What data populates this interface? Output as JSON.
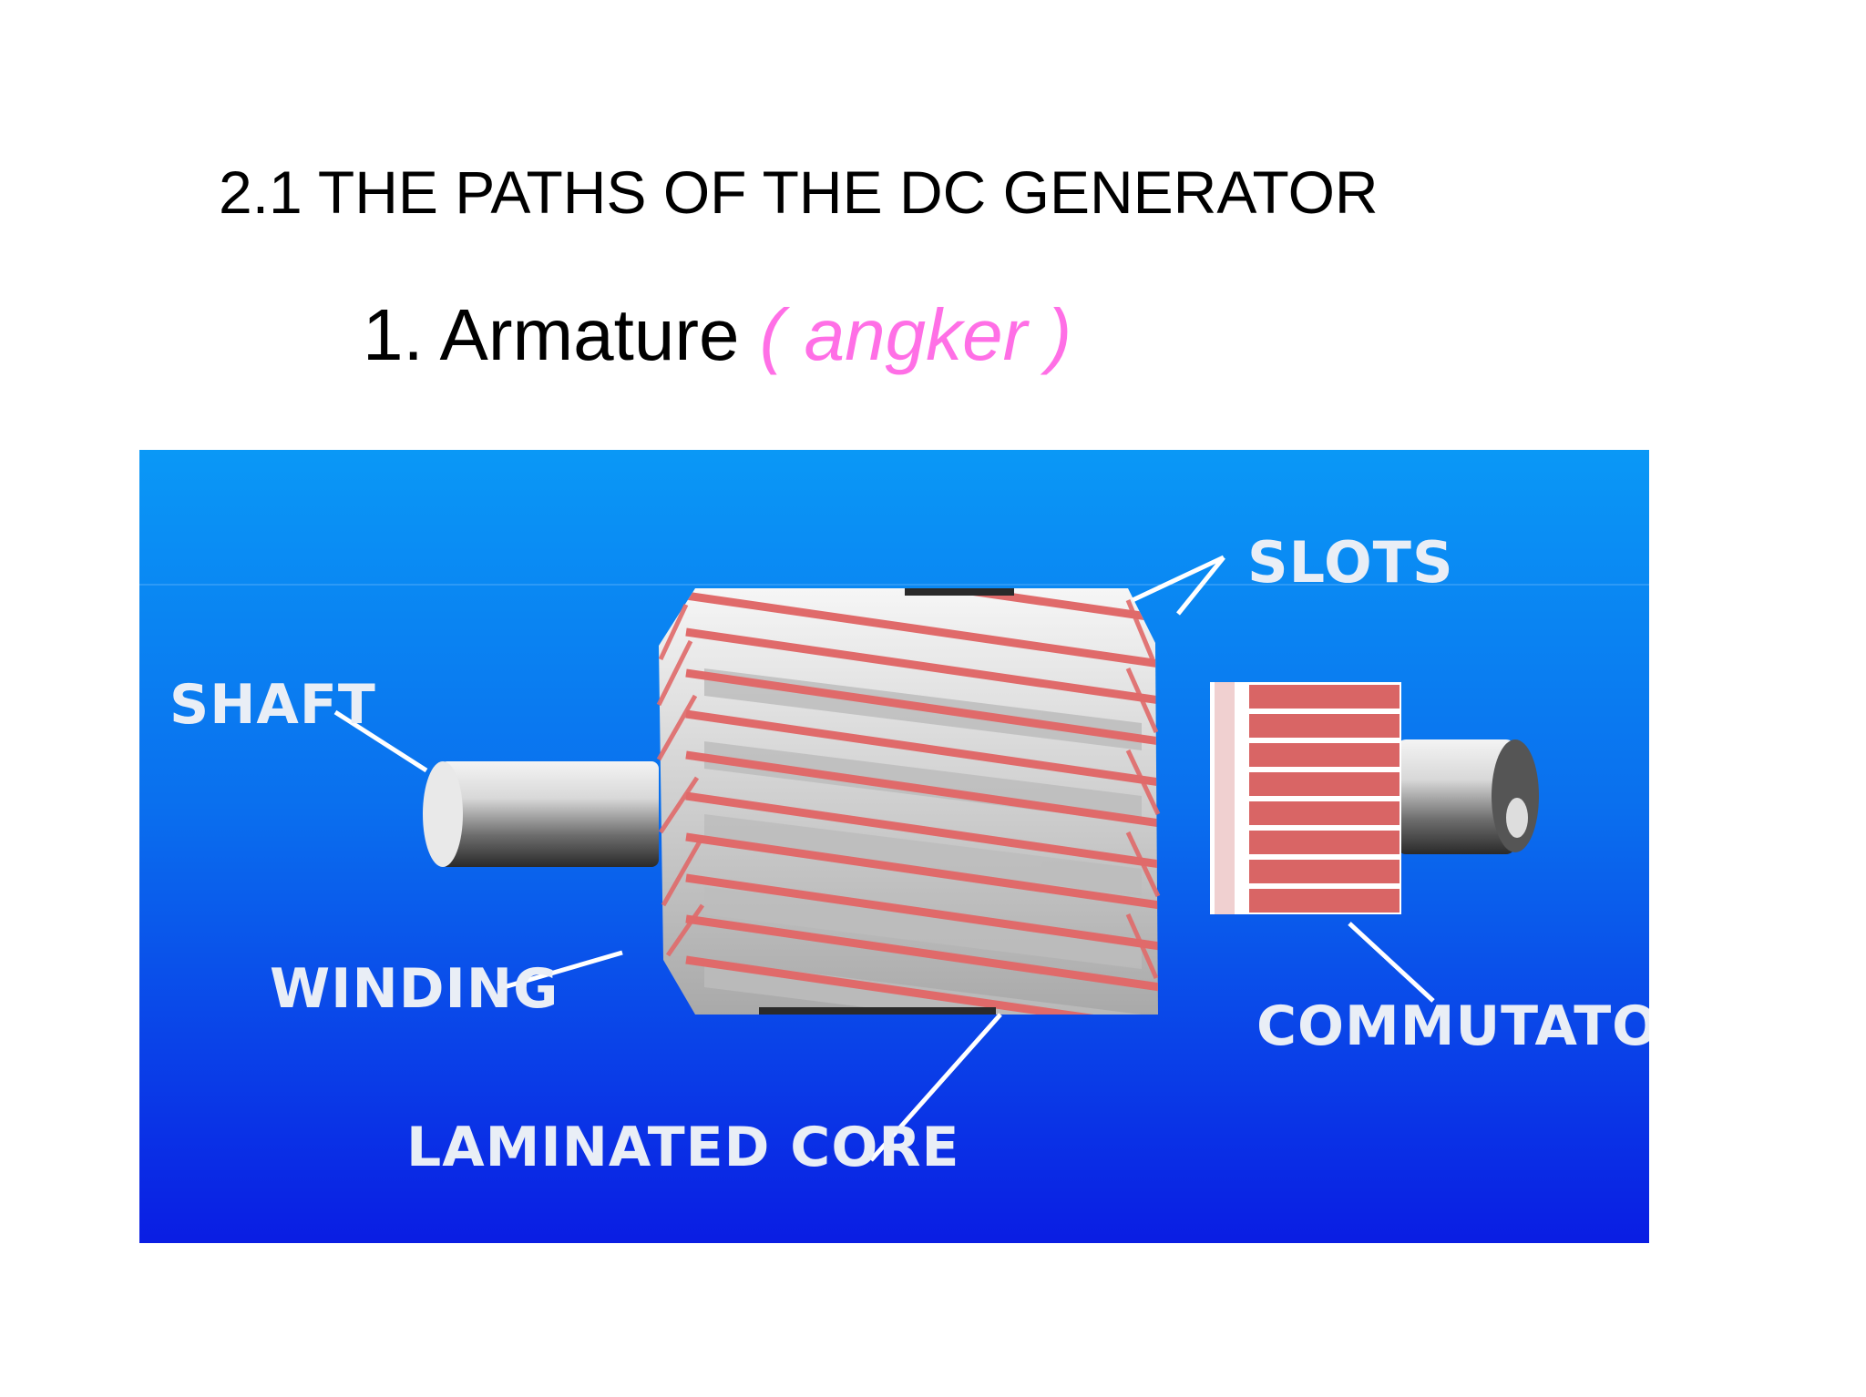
{
  "slide": {
    "title": "2.1 THE PATHS OF THE DC GENERATOR",
    "item_number_label": "1. Armature",
    "item_translation": "( angker )"
  },
  "diagram": {
    "labels": {
      "slots": "SLOTS",
      "shaft": "SHAFT",
      "winding": "WINDING",
      "commutator": "COMMUTATOR",
      "laminated_core": "LAMINATED CORE"
    },
    "colors": {
      "background_top": "#0a96f4",
      "background_bottom": "#0a1de3",
      "winding": "#e06a6a",
      "core": "#c8c8c8",
      "commutator": "#d96565",
      "label_text": "#e9eef6",
      "title_accent": "#ff6fe6"
    }
  }
}
